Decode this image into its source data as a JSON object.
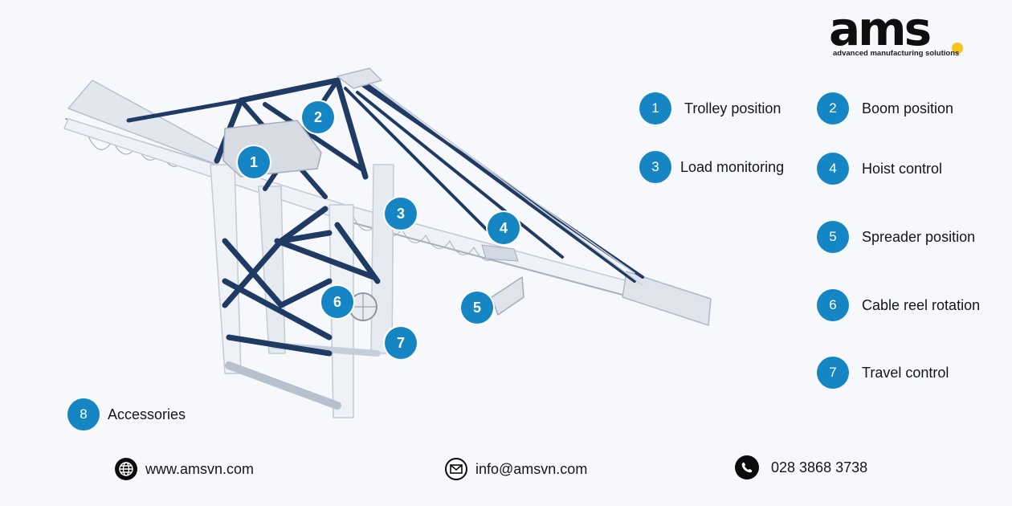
{
  "brand": {
    "name": "ams",
    "tagline": "advanced manufacturing solutions",
    "dot_color": "#f7c21b"
  },
  "accent_color": "#1585c4",
  "markers": [
    "1",
    "2",
    "3",
    "4",
    "5",
    "6",
    "7"
  ],
  "legend": [
    {
      "num": "1",
      "label": "Trolley position"
    },
    {
      "num": "2",
      "label": "Boom position"
    },
    {
      "num": "3",
      "label": "Load monitoring"
    },
    {
      "num": "4",
      "label": "Hoist control"
    },
    {
      "num": "5",
      "label": "Spreader position"
    },
    {
      "num": "6",
      "label": "Cable reel rotation"
    },
    {
      "num": "7",
      "label": "Travel control"
    },
    {
      "num": "8",
      "label": "Accessories"
    }
  ],
  "contacts": {
    "website": {
      "icon": "globe-icon",
      "text": "www.amsvn.com"
    },
    "email": {
      "icon": "envelope-icon",
      "text": "info@amsvn.com"
    },
    "phone": {
      "icon": "phone-icon",
      "text": "028 3868 3738"
    }
  }
}
